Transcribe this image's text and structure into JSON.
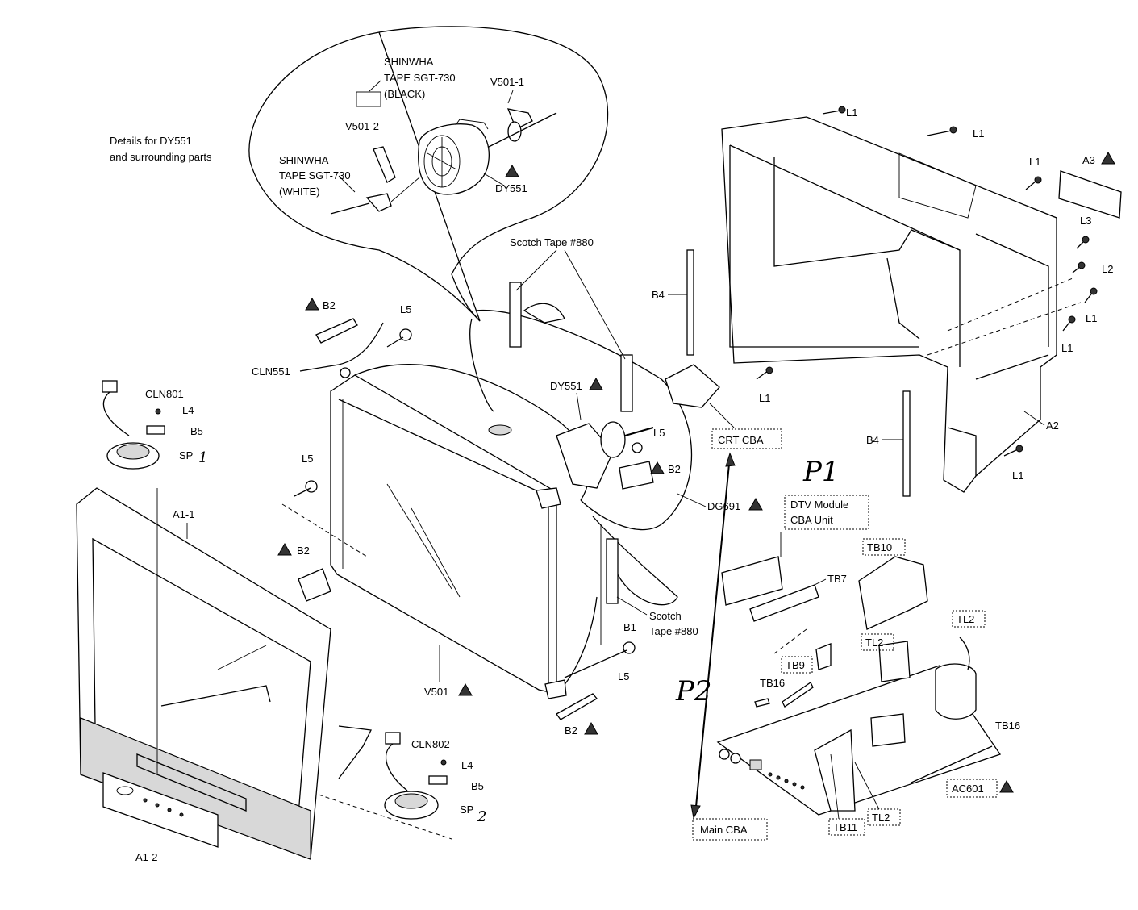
{
  "detail_note": [
    "Details for DY551",
    "and surrounding parts"
  ],
  "detail_bubble": {
    "tape_black": [
      "SHINWHA",
      "TAPE SGT-730",
      "(BLACK)"
    ],
    "tape_white": [
      "SHINWHA",
      "TAPE SGT-730",
      "(WHITE)"
    ],
    "v501_1": "V501-1",
    "v501_2": "V501-2",
    "dy551": "DY551"
  },
  "labels": {
    "scotch_tape_top": "Scotch Tape #880",
    "scotch_tape_bottom": [
      "Scotch",
      "Tape #880"
    ],
    "b2": "B2",
    "l5": "L5",
    "cln551": "CLN551",
    "cln801": "CLN801",
    "cln802": "CLN802",
    "l4": "L4",
    "b5": "B5",
    "sp1": "SP",
    "sp1_hand": "1",
    "sp2": "SP",
    "sp2_hand": "2",
    "a1_1": "A1-1",
    "a1_2": "A1-2",
    "dy551_main": "DY551",
    "dg691": "DG691",
    "v501": "V501",
    "b1": "B1",
    "b4": "B4",
    "l1": "L1",
    "l2": "L2",
    "l3": "L3",
    "a2": "A2",
    "a3": "A3",
    "crt_cba": "CRT CBA",
    "dtv_module": [
      "DTV Module",
      "CBA Unit"
    ],
    "tb10": "TB10",
    "tb7": "TB7",
    "tl2": "TL2",
    "tb9": "TB9",
    "tb16": "TB16",
    "tb11": "TB11",
    "ac601": "AC601",
    "main_cba": "Main CBA",
    "p1": "P1",
    "p2": "P2"
  }
}
